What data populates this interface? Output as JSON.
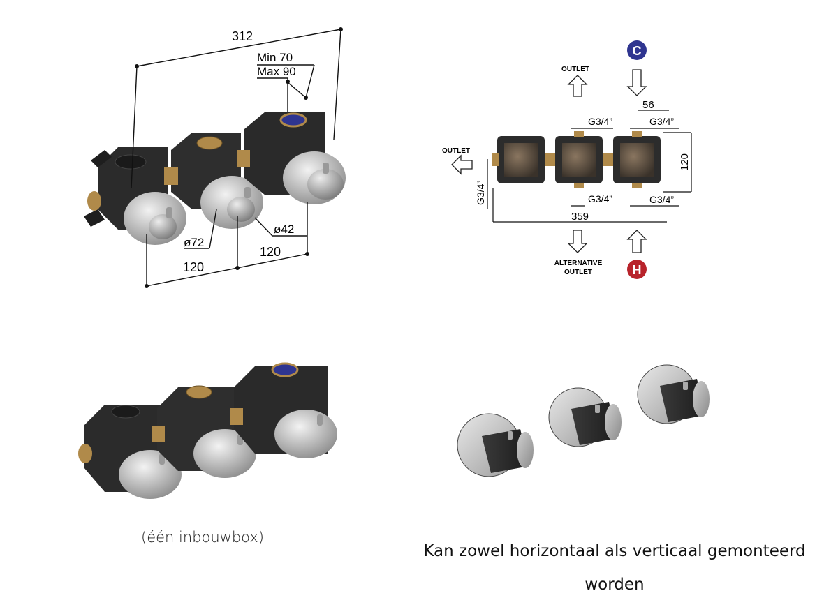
{
  "iso_dims": {
    "total": "312",
    "depth_min": "Min 70",
    "depth_max": "Max 90",
    "dia_plate": "ø72",
    "dia_knob": "ø42",
    "spacing_a": "120",
    "spacing_b": "120"
  },
  "plan_dims": {
    "outlet_top": "OUTLET",
    "outlet_left": "OUTLET",
    "alt_outlet_line1": "ALTERNATIVE",
    "alt_outlet_line2": "OUTLET",
    "cold_badge": "C",
    "hot_badge": "H",
    "width_56": "56",
    "thread_top_mid": "G3/4”",
    "thread_top_right": "G3/4”",
    "thread_bot_mid": "G3/4”",
    "thread_bot_right": "G3/4”",
    "thread_left": "G3/4”",
    "height_120": "120",
    "total_359": "359"
  },
  "captions": {
    "left": "(één inbouwbox)",
    "right": "Kan zowel horizontaal als verticaal gemonteerd worden"
  },
  "colors": {
    "body_dark": "#2b2b2b",
    "brass": "#b08a4a",
    "chrome": "#c9c9c9",
    "cold_blue": "#2f3590",
    "hot_red": "#b8232b",
    "dim_line": "#111111"
  }
}
